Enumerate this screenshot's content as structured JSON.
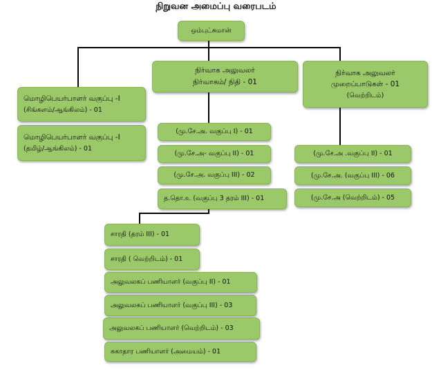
{
  "title": "நிறுவன அமைப்பு வரைபடம்",
  "root": {
    "label": "ஒம்புட்சுமான்"
  },
  "translators": [
    {
      "line1": "மொழிபெயர்பாளர் வகுப்பு -I",
      "line2": "(சிங்களம்/ஆங்கிலம்) - 01"
    },
    {
      "line1": "மொழிபெயர்பாளர் வகுப்பு -I",
      "line2": "(தமிழ்/ஆங்கிலம்) - 01"
    }
  ],
  "admin_finance": {
    "line1": "நிர்வாக அலுவலர்",
    "line2": "நிர்வாகம்/ நிதி - 01",
    "items": [
      "(மு.சே.அ. வகுப்பு I) - 01",
      "(மு.சே.அ- வகுப்பு II) - 01",
      "(மு.சே.அ. வகுப்பு III) - 02",
      "த.தொ.உ (வகுப்பு 3 தரம் III) - 01"
    ]
  },
  "admin_complaints": {
    "line1": "நிர்வாக அலுவலர்",
    "line2": "முறைப்பாடுகள் - 01",
    "line3": "(வெற்றிடம்)",
    "items": [
      "(மு.சே.அ .வகுப்பு II) - 01",
      "(மு.சே.அ. (வகுப்பு III) - 06",
      "(மு.சே.அ (வெற்றிடம்) - 05"
    ]
  },
  "support_staff": [
    "சாரதி (தரம் III) - 01",
    "சாரதி ( வெற்றிடம்) - 01",
    "அலுவலகப் பணியாளர் (வகுப்பு II) - 01",
    "அலுவலகப் பணியாளர் (வகுப்பு III) - 03",
    "அலுவலகப் பணியாளர் (வெற்றிடம்) - 03",
    "சுகாதார பணியாளர் (அமையம்) - 01"
  ],
  "colors": {
    "box_fill": "#9bc96a",
    "box_border": "#86b556",
    "connector": "#000000"
  }
}
